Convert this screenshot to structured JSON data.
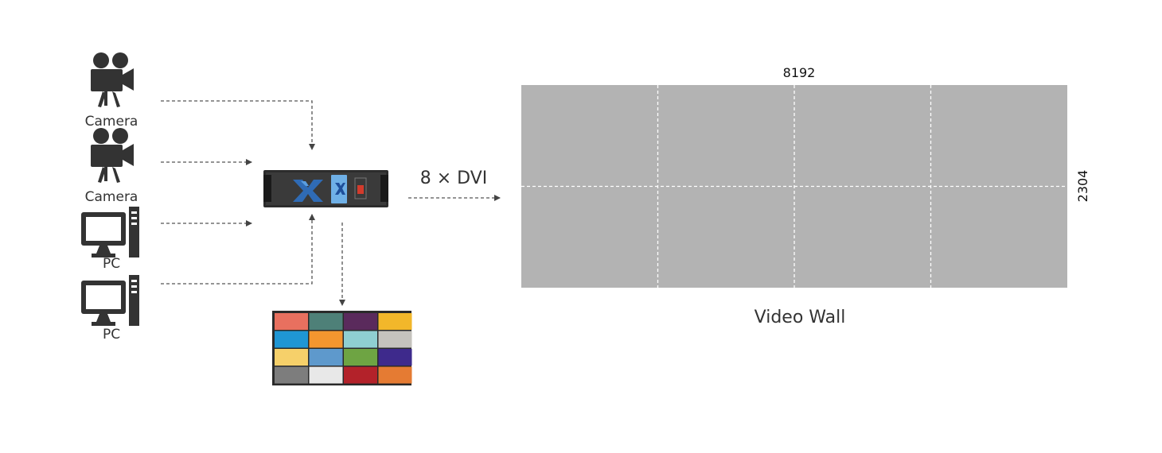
{
  "sources": [
    {
      "label": "Camera",
      "icon": "camera-icon"
    },
    {
      "label": "Camera",
      "icon": "camera-icon"
    },
    {
      "label": "PC",
      "icon": "pc-icon"
    },
    {
      "label": "PC",
      "icon": "pc-icon"
    }
  ],
  "processor": {
    "icon": "video-processor-icon"
  },
  "output": {
    "label": "8 × DVI"
  },
  "wall": {
    "caption": "Video Wall",
    "width_label": "8192",
    "height_label": "2304",
    "columns": 4,
    "rows": 2,
    "color": "#b3b3b3"
  },
  "preview": {
    "icon": "multiview-preview-icon",
    "colors": [
      "#e8705f",
      "#4e8078",
      "#5a2a5c",
      "#f2b72a",
      "#1f96d4",
      "#f3962f",
      "#8fcfd1",
      "#c5c3bd",
      "#f6d06a",
      "#5e99cc",
      "#6ea443",
      "#3e2a8c",
      "#7d7d7d",
      "#e8e8e8",
      "#b3222a",
      "#e57b33"
    ]
  }
}
